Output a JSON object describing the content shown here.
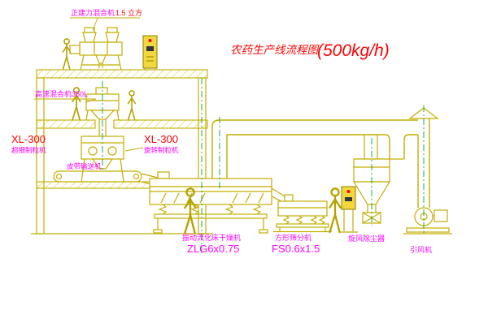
{
  "title": {
    "name": "农药生产线流程图",
    "capacity": "(500kg/h)"
  },
  "labels": {
    "top_mixer": "正建力混合机",
    "top_mixer_spec": "1.5 立方",
    "high_speed_mixer": "高速混合机350L",
    "left_granulator_model": "XL-300",
    "left_granulator": "超细制粒机",
    "center_granulator_model": "XL-300",
    "center_granulator": "旋转制粒机",
    "belt_conveyor": "皮带输送机",
    "dryer": "振动流化床干燥机",
    "dryer_model": "ZLG6x0.75",
    "sieve": "方形筛分机",
    "sieve_model": "FS0.6x1.5",
    "cyclone": "旋风除尘器",
    "fan": "引风机"
  },
  "colors": {
    "line_yellow": "#c3ae00",
    "label_magenta": "#ff00ff",
    "accent_red": "#ff0000",
    "centerline_green": "#00aa30",
    "cabinet_fill": "#f2d83d",
    "background": "#ffffff"
  }
}
